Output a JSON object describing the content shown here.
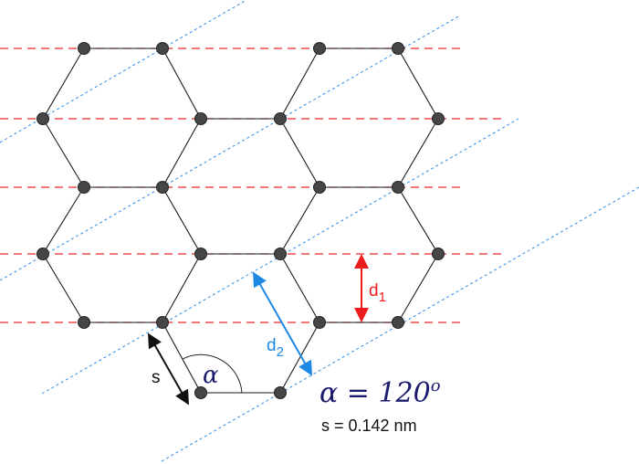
{
  "labels": {
    "d1": "d",
    "d1_sub": "1",
    "d2": "d",
    "d2_sub": "2",
    "s": "s",
    "alpha": "α",
    "alpha_eq": "α = 120",
    "alpha_sup": "o",
    "s_value": "s = 0.142 nm"
  },
  "colors": {
    "horizontal_lines": "#e8282a",
    "diagonal_lines": "#2a8ce8",
    "d1_arrow": "#ee1c1c",
    "d2_arrow": "#1e88e5",
    "atom": "#464646",
    "math_text": "#1b1b6e"
  }
}
